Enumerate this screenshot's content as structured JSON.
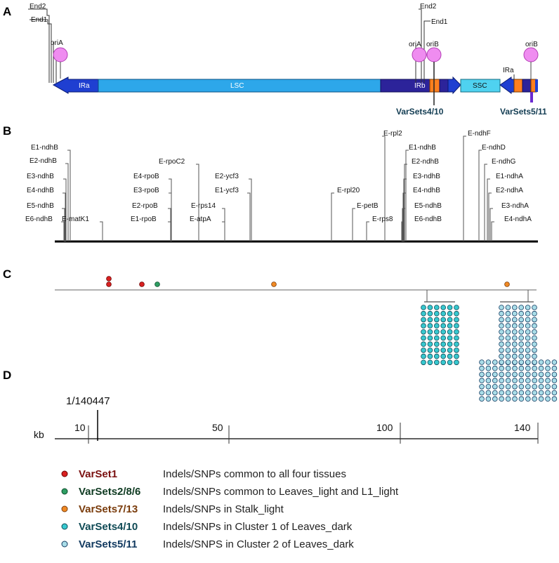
{
  "panels": {
    "a": "A",
    "b": "B",
    "c": "C",
    "d": "D"
  },
  "panel_a": {
    "segments": {
      "IRa_left": "IRa",
      "LSC": "LSC",
      "IRb": "IRb",
      "SSC": "SSC",
      "IRa_right": "IRa"
    },
    "ends_left": {
      "end2": "End2",
      "end1": "End1",
      "ori": "oriA"
    },
    "ends_mid": {
      "end2": "End2",
      "end1": "End1",
      "ori_a": "oriA",
      "ori_b": "oriB"
    },
    "ori_right": "oriB",
    "var_sets_left": "VarSets4/10",
    "var_sets_right": "VarSets5/11",
    "colors": {
      "ir": "#1f3fd1",
      "irb": "#2c239a",
      "lsc": "#2da7ea",
      "ssc": "#4fd2f0",
      "orange": "#ff7f1e",
      "ori": "#ef8cf0",
      "varsets": "#123c52"
    }
  },
  "panel_b": {
    "genes": [
      "E1-ndhB",
      "E2-ndhB",
      "E3-ndhB",
      "E4-ndhB",
      "E5-ndhB",
      "E6-ndhB",
      "E-matK1",
      "E-rpoC2",
      "E4-rpoB",
      "E3-rpoB",
      "E2-rpoB",
      "E1-rpoB",
      "E-rps14",
      "E-atpA",
      "E2-ycf3",
      "E1-ycf3",
      "E-rpl20",
      "E-petB",
      "E-rps8",
      "E-rpl2",
      "E1-ndhB",
      "E2-ndhB",
      "E3-ndhB",
      "E4-ndhB",
      "E5-ndhB",
      "E6-ndhB",
      "E-ndhF",
      "E-ndhD",
      "E-ndhG",
      "E1-ndhA",
      "E2-ndhA",
      "E3-ndhA",
      "E4-ndhA"
    ]
  },
  "panel_d": {
    "axis_unit": "kb",
    "ticks": [
      "10",
      "50",
      "100",
      "140"
    ],
    "junction_label": "1/140447"
  },
  "legend": [
    {
      "set": "VarSet1",
      "desc": "Indels/SNPs common to all four tissues",
      "dot": "#d92020",
      "text_color": "#7a1010"
    },
    {
      "set": "VarSets2/8/6",
      "desc": "Indels/SNPs common to Leaves_light and L1_light",
      "dot": "#2e9e63",
      "text_color": "#0f3b22"
    },
    {
      "set": "VarSets7/13",
      "desc": "Indels/SNPs  in Stalk_light",
      "dot": "#f08a24",
      "text_color": "#7a3c0c"
    },
    {
      "set": "VarSets4/10",
      "desc": "Indels/SNPs in Cluster 1 of Leaves_dark",
      "dot": "#37c8cf",
      "text_color": "#0f4a55"
    },
    {
      "set": "VarSets5/11",
      "desc": "Indels/SNPS in Cluster 2 of Leaves_dark",
      "dot": "#a9dde8",
      "text_color": "#123a60"
    }
  ]
}
